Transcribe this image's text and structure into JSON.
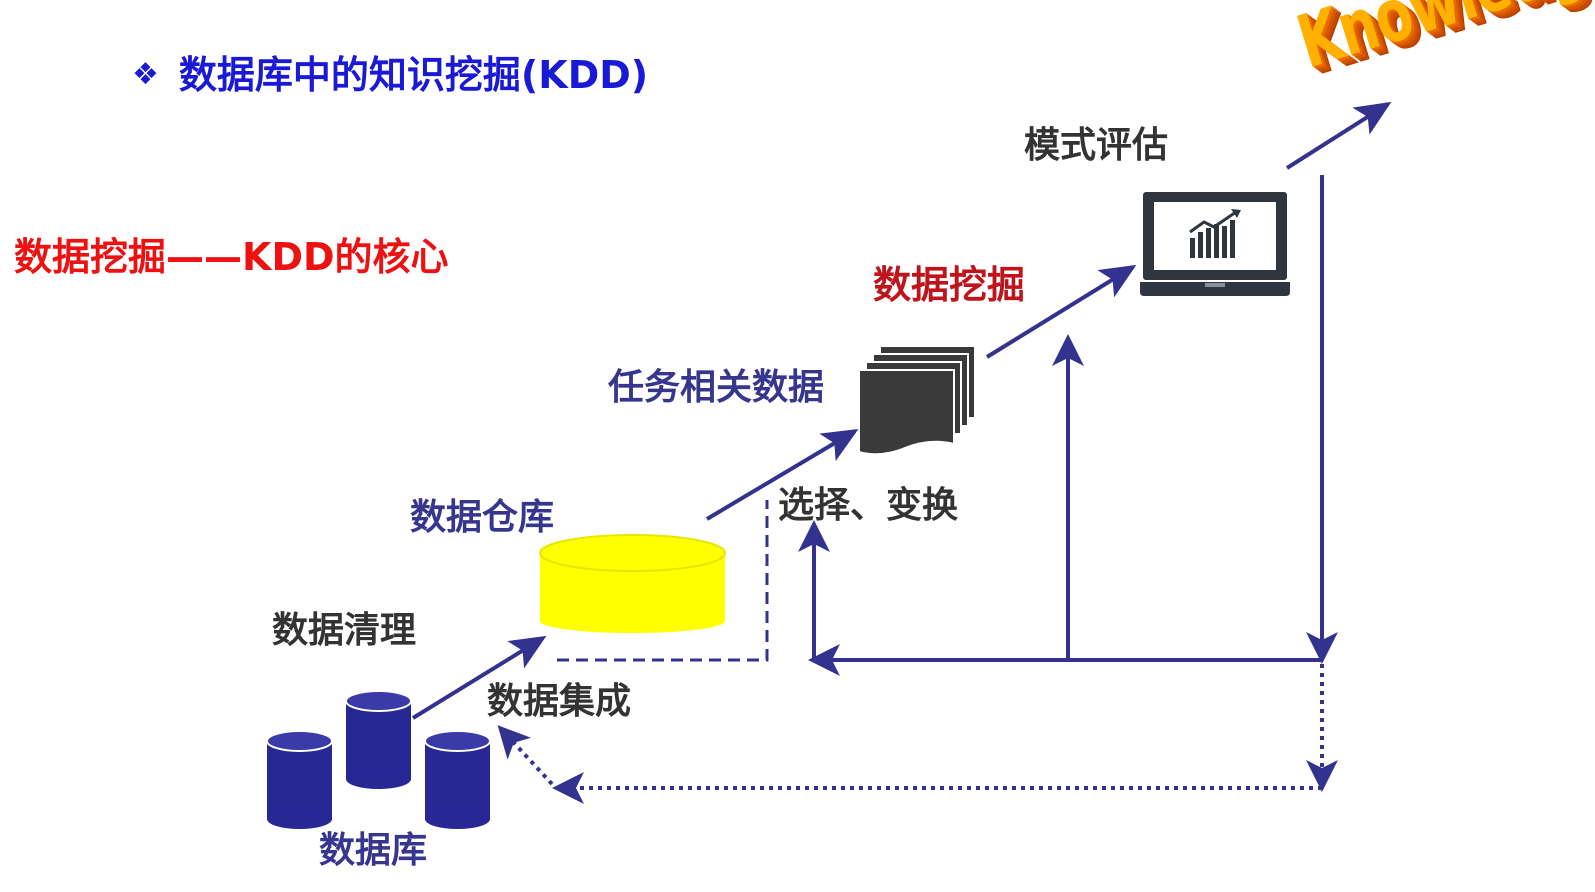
{
  "title": {
    "bullet": "❖",
    "text": "数据库中的知识挖掘(KDD)"
  },
  "core_label": "数据挖掘——KDD的核心",
  "labels": {
    "knowledge": "Knowledge",
    "pattern_eval": "模式评估",
    "data_mining": "数据挖掘",
    "task_data": "任务相关数据",
    "select_transform": "选择、变换",
    "warehouse": "数据仓库",
    "cleaning": "数据清理",
    "integration": "数据集成",
    "database": "数据库"
  },
  "colors": {
    "arrow": "#33338f",
    "db_cylinder": "#272796",
    "warehouse_fill": "#ffff00",
    "docs_fill": "#3a3a3a",
    "monitor": "#2f3640",
    "title_blue": "#1a1ad6",
    "core_red": "#ee1111",
    "knowledge_orange": "#ffb000"
  },
  "icons": [
    "database-cylinder-icon",
    "warehouse-cylinder-icon",
    "document-stack-icon",
    "monitor-chart-icon"
  ]
}
